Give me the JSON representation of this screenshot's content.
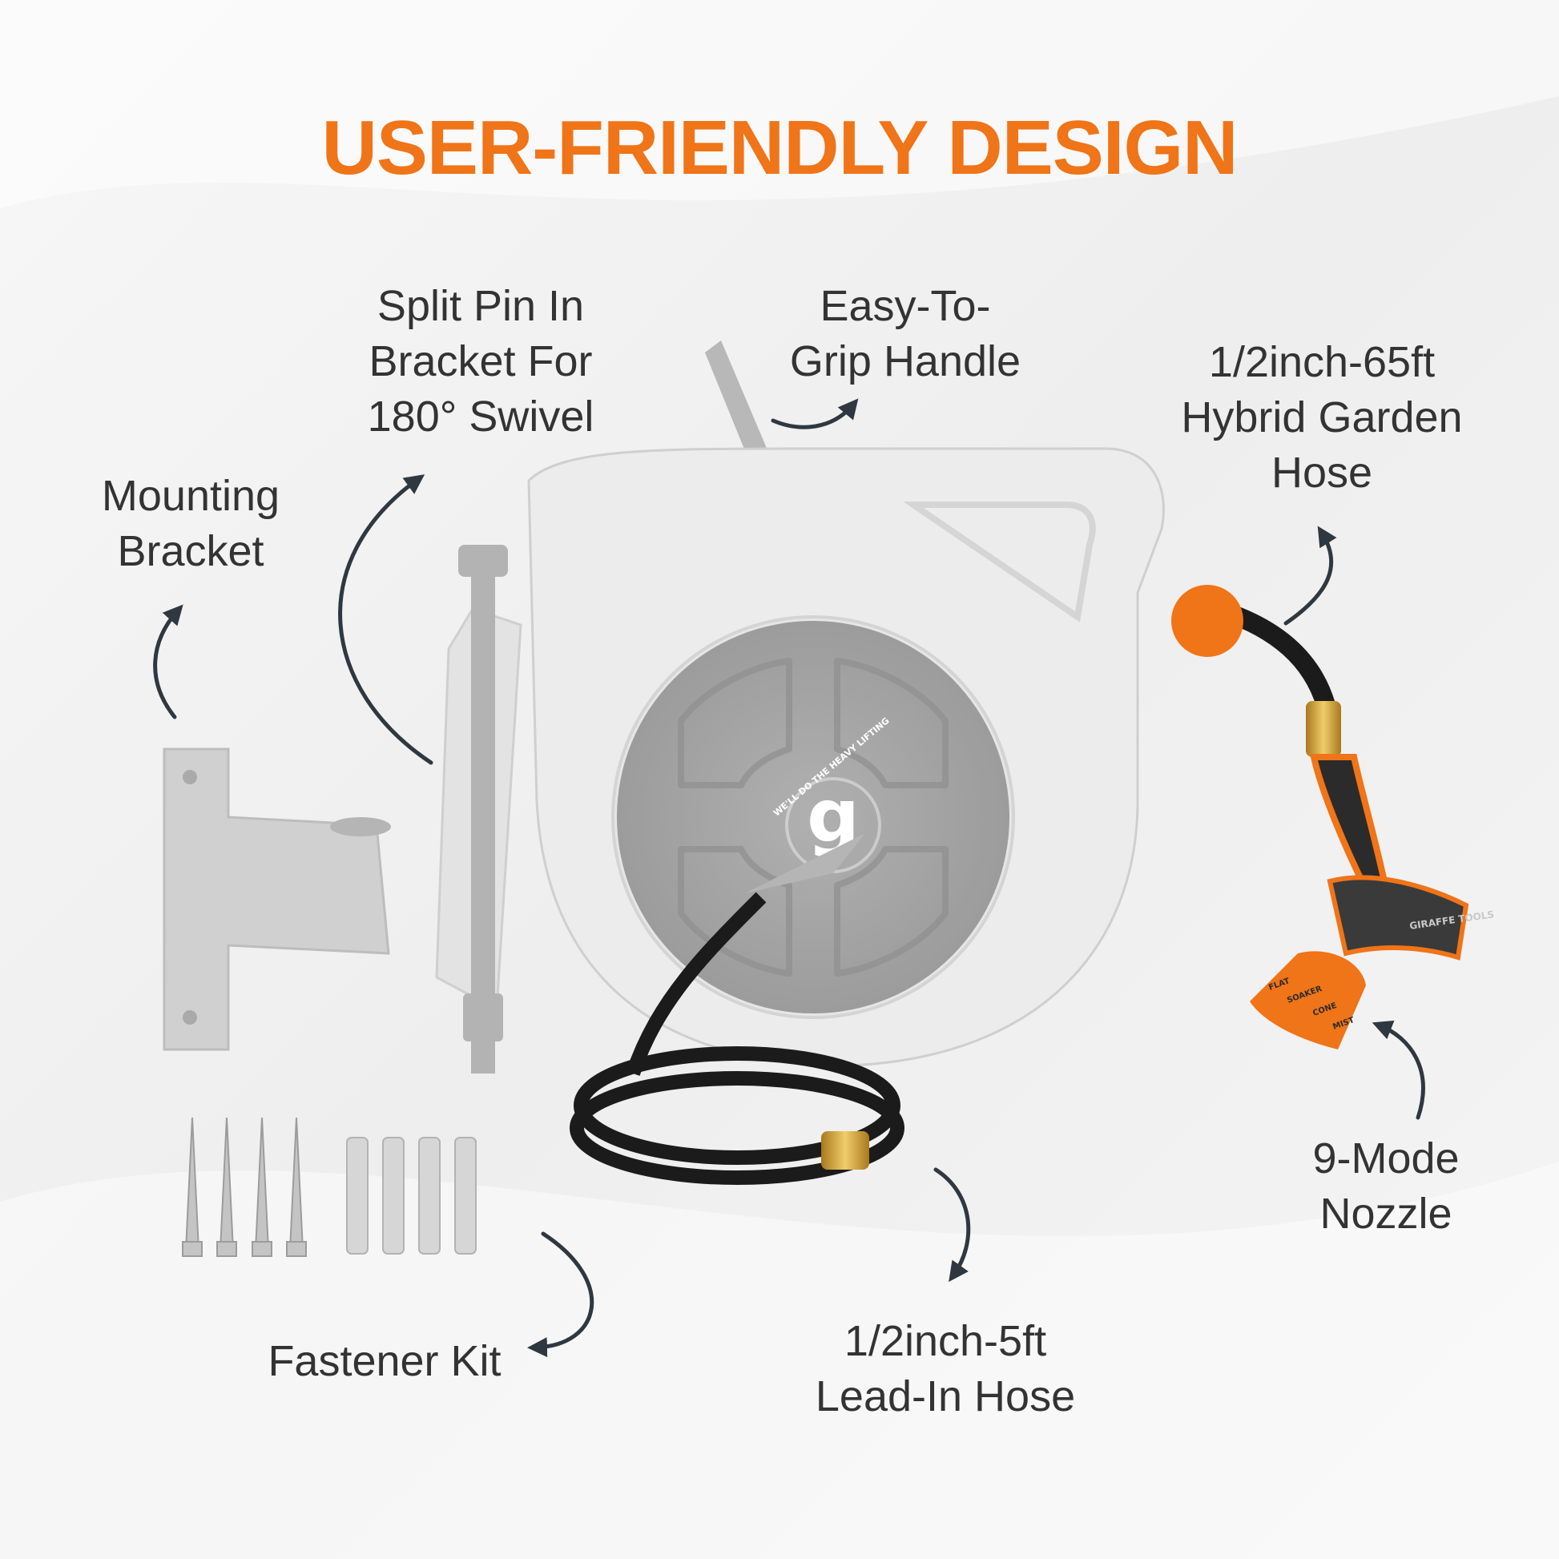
{
  "title": "USER-FRIENDLY DESIGN",
  "colors": {
    "title": "#f07418",
    "label_text": "#333333",
    "arrow": "#2f3840",
    "reel_body": "#ececec",
    "reel_cover": "#a6a6a6",
    "hose": "#1b1b1b",
    "nozzle_accent": "#f07418",
    "brass": "#d6a43c"
  },
  "brand": {
    "logo_letter": "g",
    "logo_slogan": "WE'LL DO THE HEAVY LIFTING"
  },
  "nozzle": {
    "brand_mark": "GIRAFFE TOOLS",
    "dial_modes": [
      "FLAT",
      "SOAKER",
      "CONE",
      "MIST"
    ]
  },
  "callouts": {
    "split_pin": {
      "lines": [
        "Split Pin In",
        "Bracket For",
        "180° Swivel"
      ]
    },
    "grip_handle": {
      "lines": [
        "Easy-To-",
        "Grip Handle"
      ]
    },
    "garden_hose": {
      "lines": [
        "1/2inch-65ft",
        "Hybrid Garden",
        "Hose"
      ]
    },
    "mounting_bracket": {
      "lines": [
        "Mounting",
        "Bracket"
      ]
    },
    "nozzle": {
      "lines": [
        "9-Mode",
        "Nozzle"
      ]
    },
    "fastener_kit": {
      "lines": [
        "Fastener Kit"
      ]
    },
    "lead_in_hose": {
      "lines": [
        "1/2inch-5ft",
        "Lead-In Hose"
      ]
    }
  }
}
